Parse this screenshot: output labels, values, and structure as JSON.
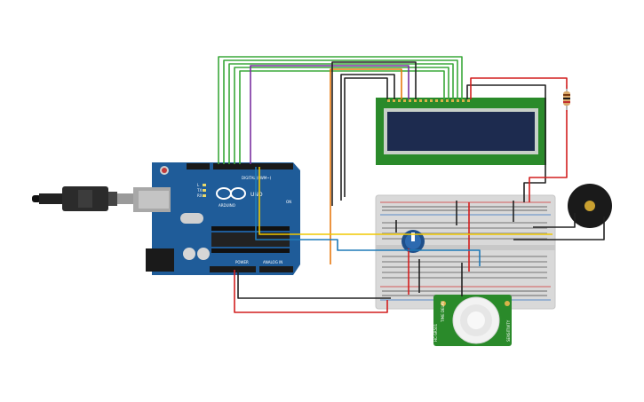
{
  "board": {
    "brand": "ARDUINO",
    "model": "UNO",
    "digital_header": "DIGITAL (PWM~)",
    "power_header": "POWER",
    "analog_header": "ANALOG IN",
    "tx": "TX",
    "rx": "RX",
    "l": "L",
    "on": "ON"
  },
  "pir": {
    "left_text": "HC-SR501",
    "right_text": "SENSITIVITY",
    "mid_text": "TIME DELAY"
  },
  "colors": {
    "board": "#1f5c99",
    "lcd_pcb": "#2a8a2a",
    "lcd_screen": "#1d2b4f",
    "wire_green": "#3aa83a",
    "wire_purple": "#7a2fa0",
    "wire_orange": "#e87a10",
    "wire_red": "#d21f1f",
    "wire_black": "#222222",
    "wire_yellow": "#f0c800",
    "wire_blue": "#1f7ab8"
  }
}
